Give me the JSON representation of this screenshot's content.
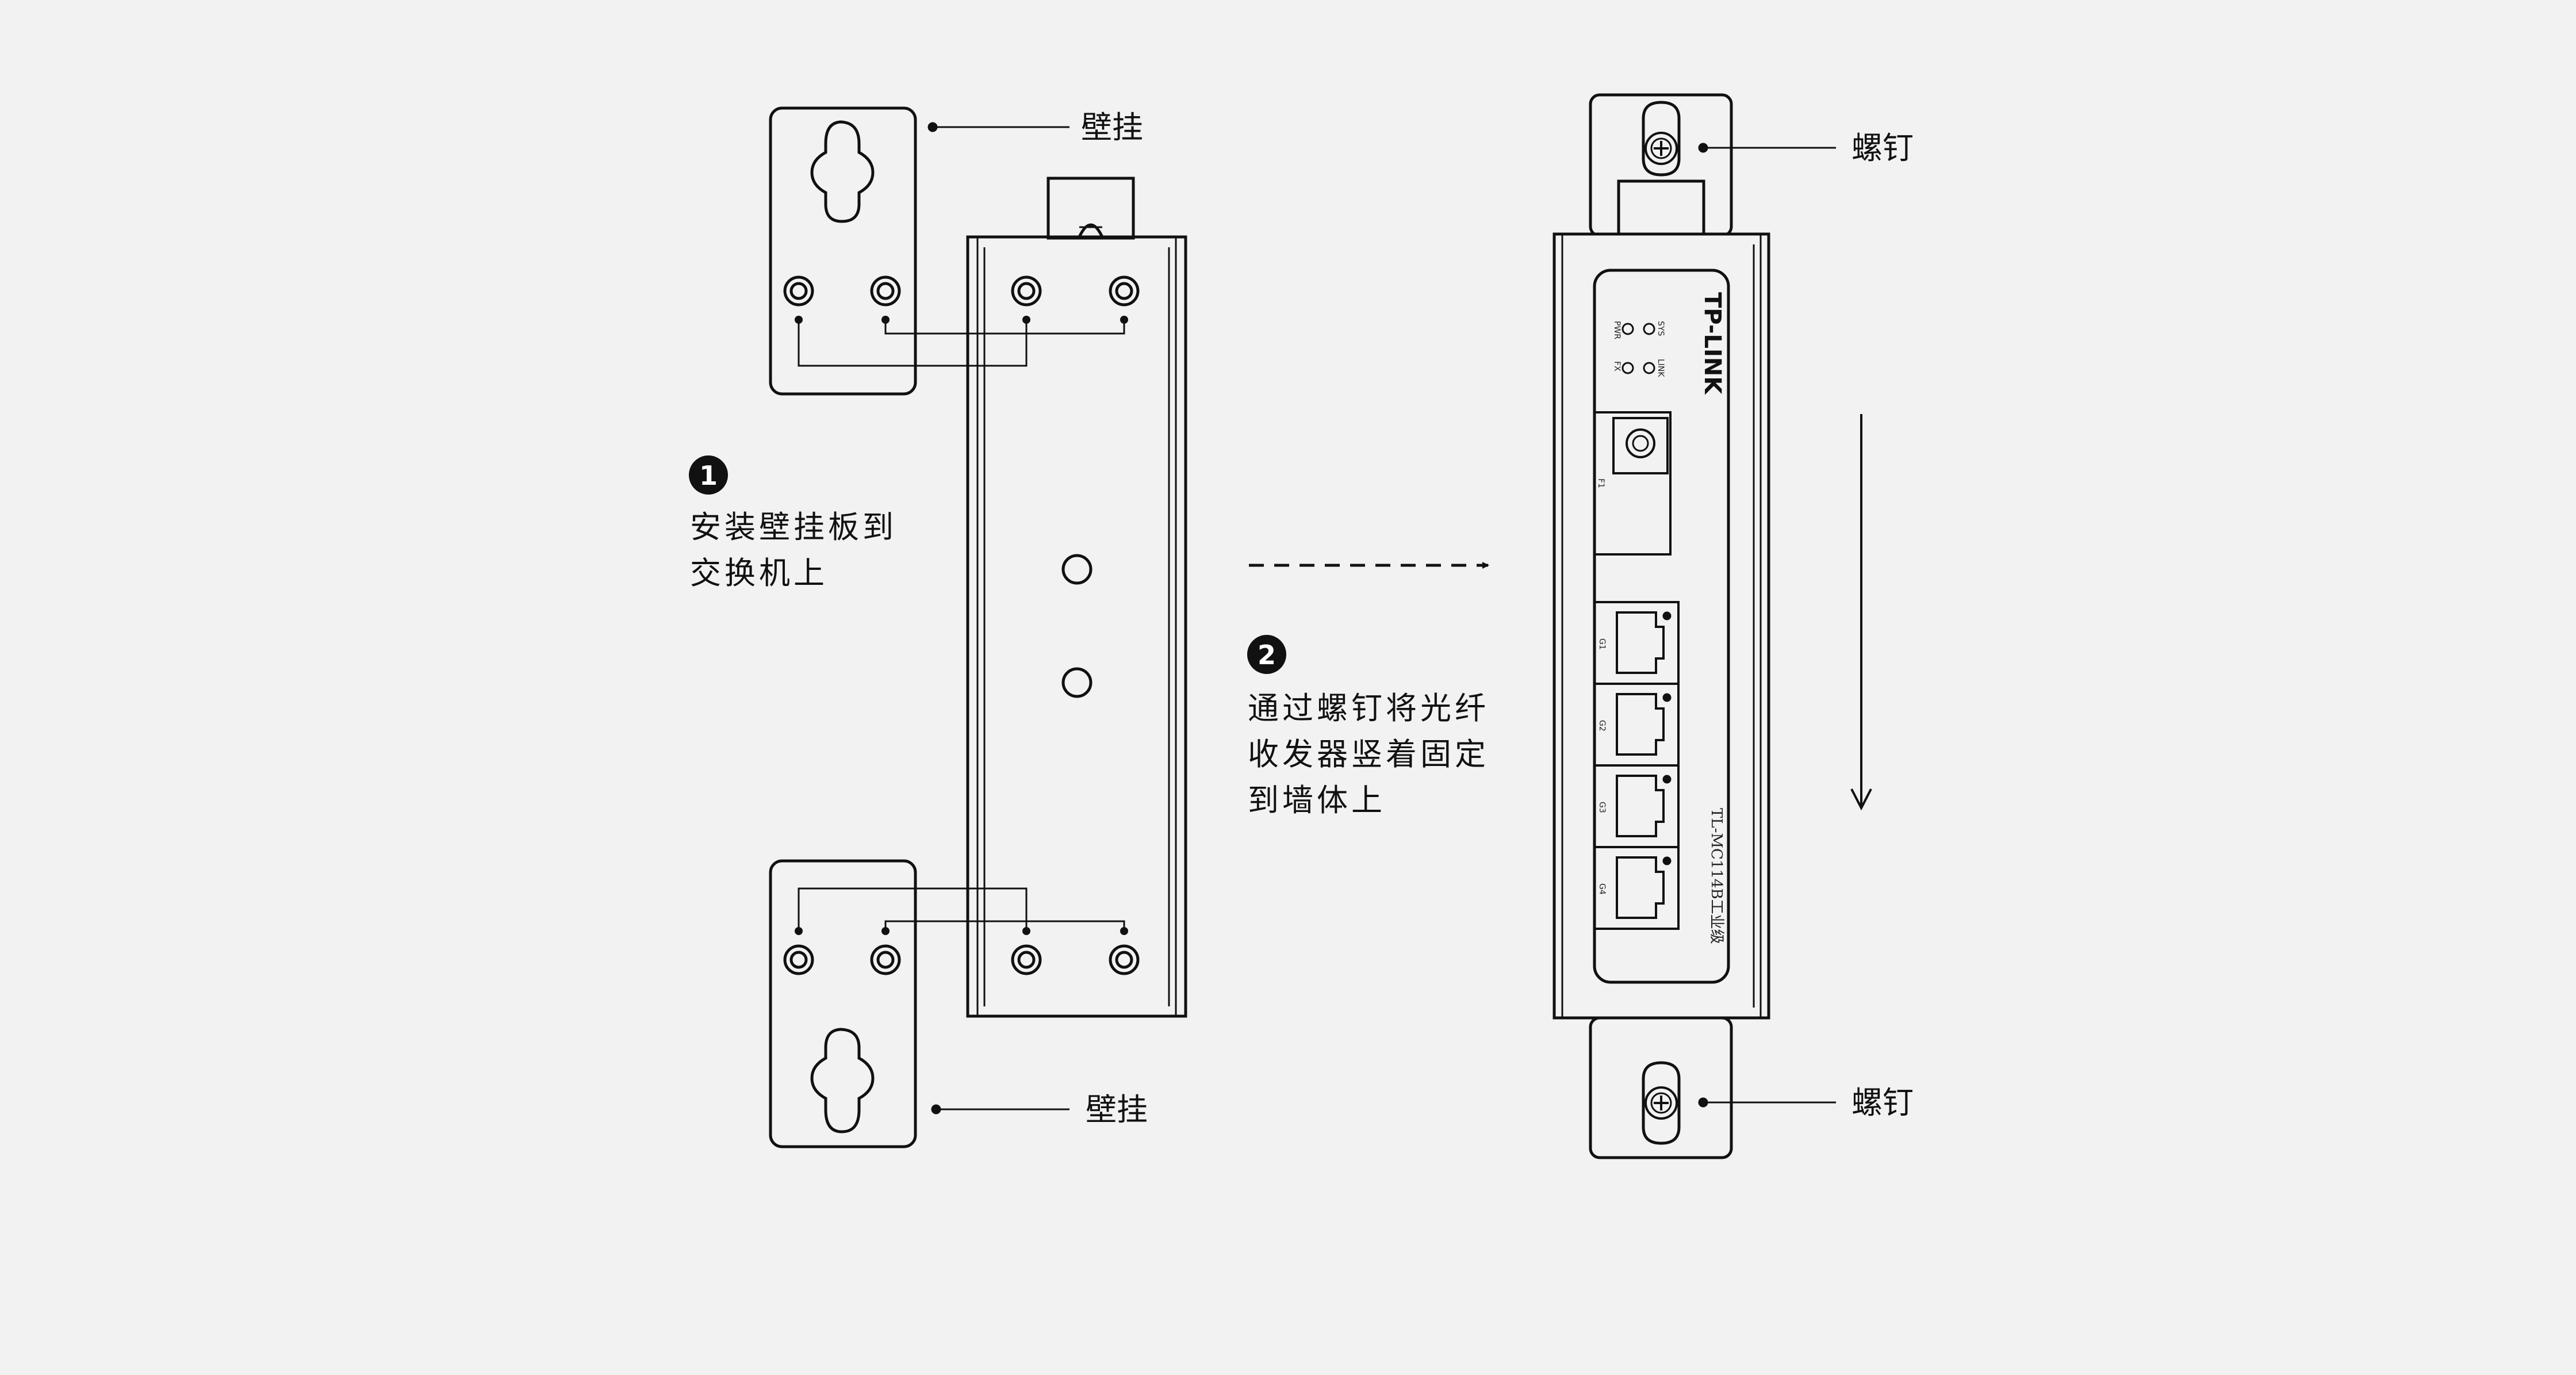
{
  "labels": {
    "wall_mount_top": "壁挂",
    "wall_mount_bottom": "壁挂",
    "screw_top": "螺钉",
    "screw_bottom": "螺钉"
  },
  "steps": [
    {
      "number": "1",
      "lines": [
        "安装壁挂板到",
        "交换机上"
      ]
    },
    {
      "number": "2",
      "lines": [
        "通过螺钉将光纤",
        "收发器竖着固定",
        "到墙体上"
      ]
    }
  ],
  "device": {
    "brand": "TP-LINK",
    "model": "TL-MC114B工业级",
    "leds": [
      "PWR",
      "SYS",
      "FX",
      "LINK"
    ],
    "fiber_port": "F1",
    "ports": [
      "G1",
      "G2",
      "G3",
      "G4"
    ]
  },
  "colors": {
    "line": "#111111",
    "background": "#f2f2f2"
  }
}
